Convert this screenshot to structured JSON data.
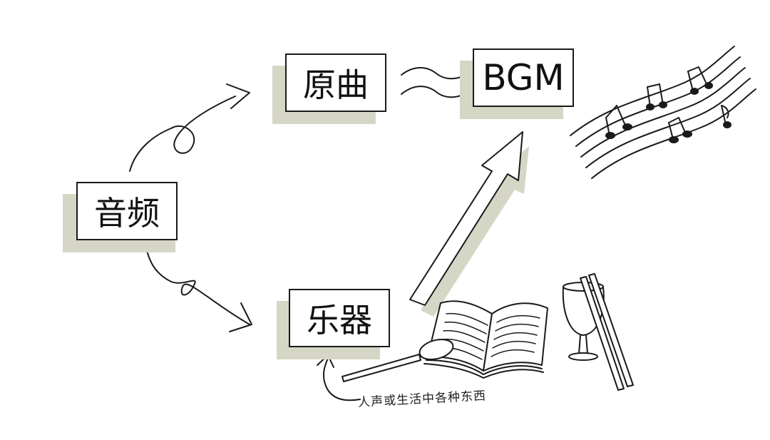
{
  "nodes": {
    "audio": "音频",
    "original": "原曲",
    "bgm": "BGM",
    "instrument": "乐器"
  },
  "note": "人声或生活中各种东西",
  "colors": {
    "shadow": "#d6d6c6",
    "ink": "#1a1a1a",
    "background": "#ffffff"
  }
}
